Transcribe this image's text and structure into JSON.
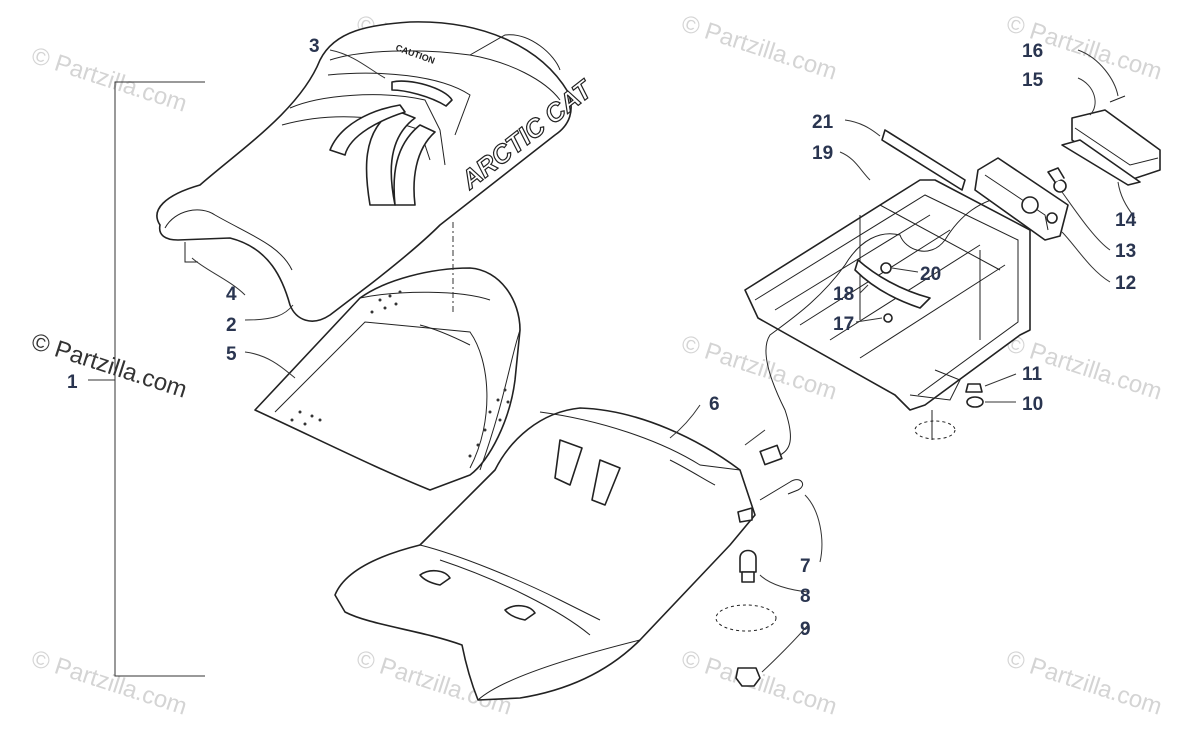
{
  "watermark": {
    "text": "© Partzilla.com",
    "color": "#d4d4d4",
    "prominent_color": "#333333"
  },
  "decals": {
    "brand": "ARCTIC CAT",
    "warning": "CAUTION"
  },
  "callouts": {
    "n1": "1",
    "n2": "2",
    "n3": "3",
    "n4": "4",
    "n5": "5",
    "n6": "6",
    "n7": "7",
    "n8": "8",
    "n9": "9",
    "n10": "10",
    "n11": "11",
    "n12": "12",
    "n13": "13",
    "n14": "14",
    "n15": "15",
    "n16": "16",
    "n17": "17",
    "n18": "18",
    "n19": "19",
    "n20": "20",
    "n21": "21"
  },
  "colors": {
    "callout": "#2a3550",
    "line": "#222222"
  }
}
